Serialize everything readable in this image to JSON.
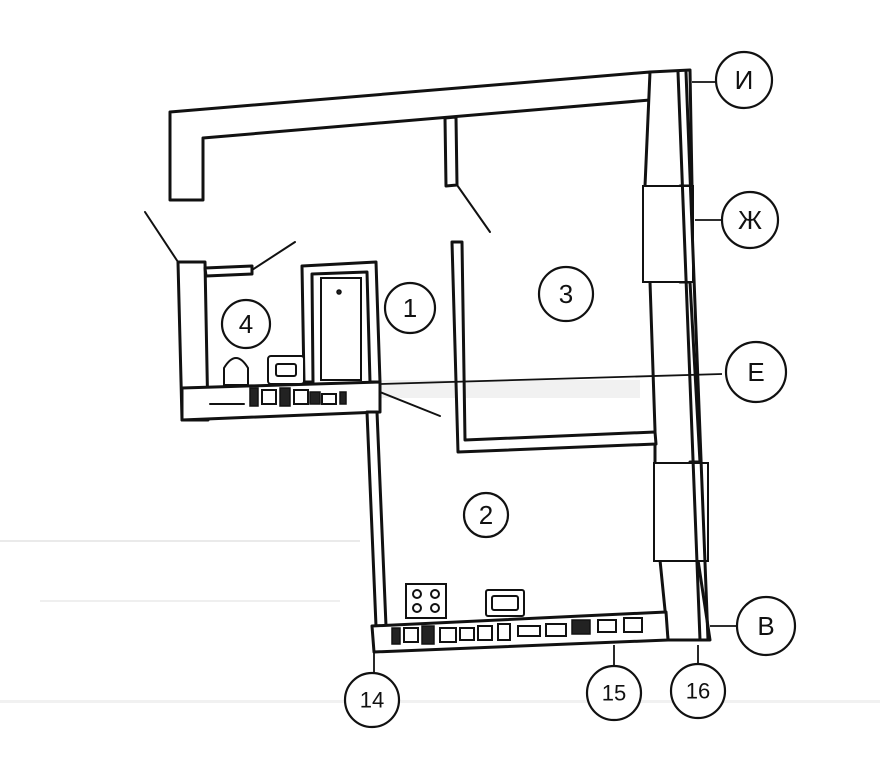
{
  "rooms": [
    {
      "label": "1"
    },
    {
      "label": "2"
    },
    {
      "label": "3"
    },
    {
      "label": "4"
    }
  ],
  "axes": [
    {
      "label": "И"
    },
    {
      "label": "Ж"
    },
    {
      "label": "Е"
    },
    {
      "label": "В"
    },
    {
      "label": "14"
    },
    {
      "label": "15"
    },
    {
      "label": "16"
    }
  ]
}
